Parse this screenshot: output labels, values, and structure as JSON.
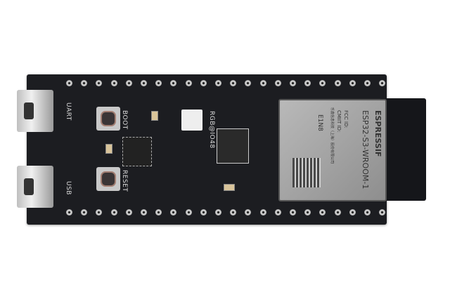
{
  "board": {
    "labels": {
      "uart": "UART",
      "usb": "USB",
      "boot": "BOOT",
      "reset": "RESET",
      "rgb": "RGB@IO48"
    },
    "module": {
      "brand": "ESPRESSIF",
      "model": "ESP32-S3-WROOM-1",
      "fcc": "FCC ID:",
      "cmiit": "CMIIT ID:",
      "maker": "乐鑫信息科技（上海）股份有限公司",
      "variant": "E1N8"
    }
  }
}
